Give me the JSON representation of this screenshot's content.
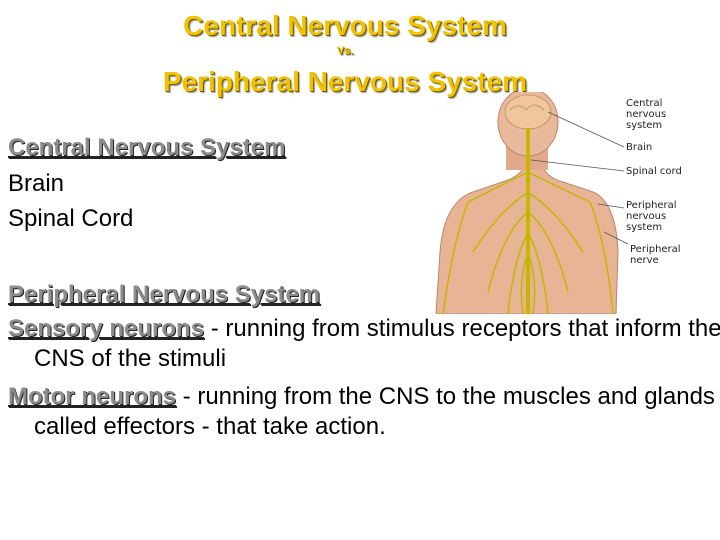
{
  "header": {
    "title": "Central Nervous System",
    "vs": "Vs.",
    "subtitle": "Peripheral Nervous System"
  },
  "cns": {
    "heading": "Central Nervous System",
    "items": [
      "Brain",
      "Spinal Cord"
    ]
  },
  "pns": {
    "heading": "Peripheral Nervous System",
    "sensory_term": "Sensory neurons",
    "sensory_text": " - running from stimulus receptors that inform the CNS of the stimuli",
    "motor_term": "Motor neurons",
    "motor_text": " - running from the CNS to the muscles and glands - called effectors - that take action."
  },
  "figure": {
    "labels": {
      "central": "Central nervous system",
      "brain": "Brain",
      "spinal_cord": "Spinal cord",
      "peripheral_system": "Peripheral nervous system",
      "peripheral_nerve": "Peripheral nerve"
    }
  },
  "colors": {
    "title": "#f2c200",
    "heading": "#8c8c8c",
    "skin": "#e7b596",
    "nerve": "#c9b400"
  }
}
